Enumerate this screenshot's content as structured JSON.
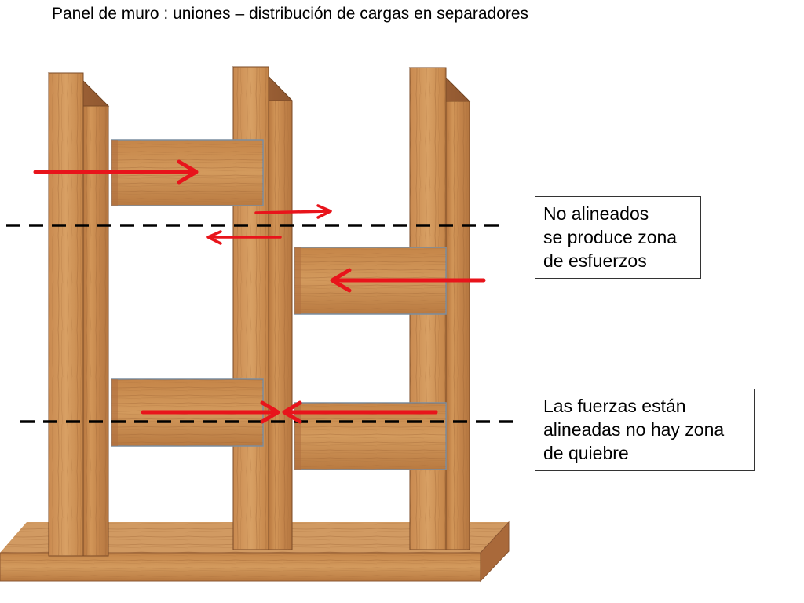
{
  "title": "Panel de muro : uniones – distribución de cargas en separadores",
  "callouts": {
    "misaligned": {
      "lines": [
        "No alineados",
        "se produce zona",
        "de esfuerzos"
      ]
    },
    "aligned": {
      "lines": [
        "Las fuerzas están",
        "alineadas no hay zona",
        "de quiebre"
      ]
    }
  },
  "colors": {
    "force_arrow": "#e8141b",
    "wood": "#c98a52",
    "wood_dark": "#a8693a",
    "wood_light": "#dca06a",
    "dashed_line": "#000000"
  }
}
